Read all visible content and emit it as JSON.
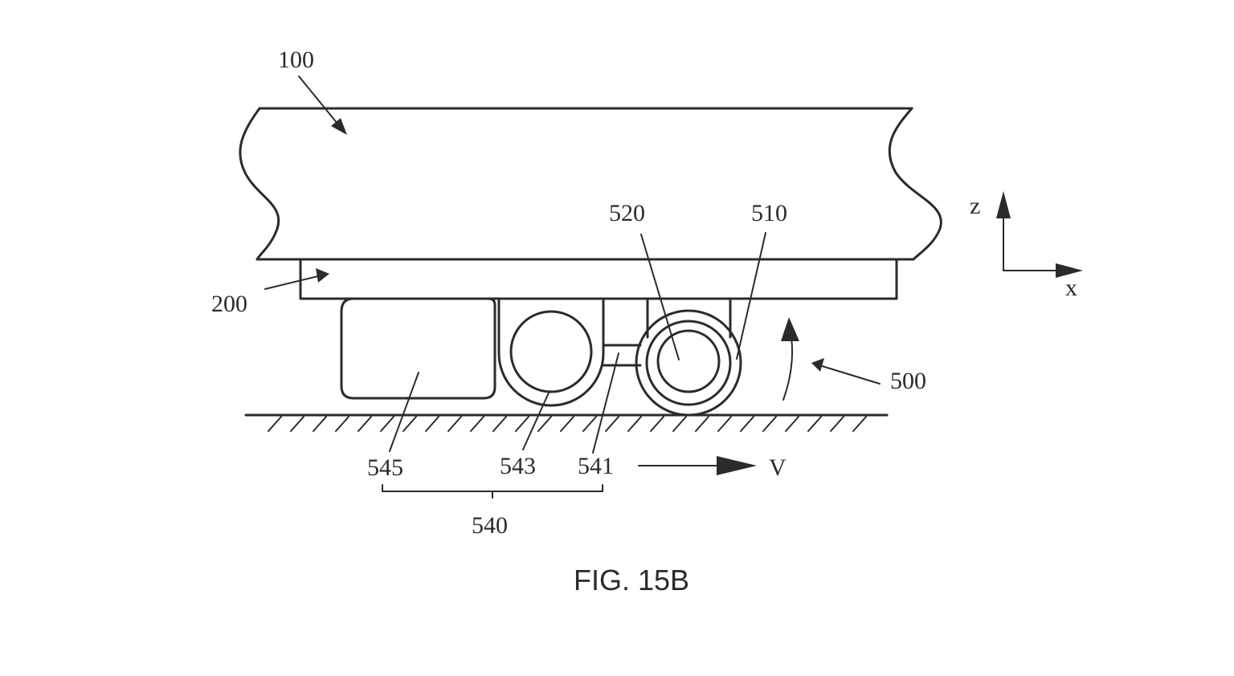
{
  "caption": "FIG. 15B",
  "labels": {
    "l100": "100",
    "l200": "200",
    "l500": "500",
    "l510": "510",
    "l520": "520",
    "l540": "540",
    "l541": "541",
    "l543": "543",
    "l545": "545"
  },
  "axes": {
    "z": "z",
    "x": "x"
  },
  "velocity": "V"
}
